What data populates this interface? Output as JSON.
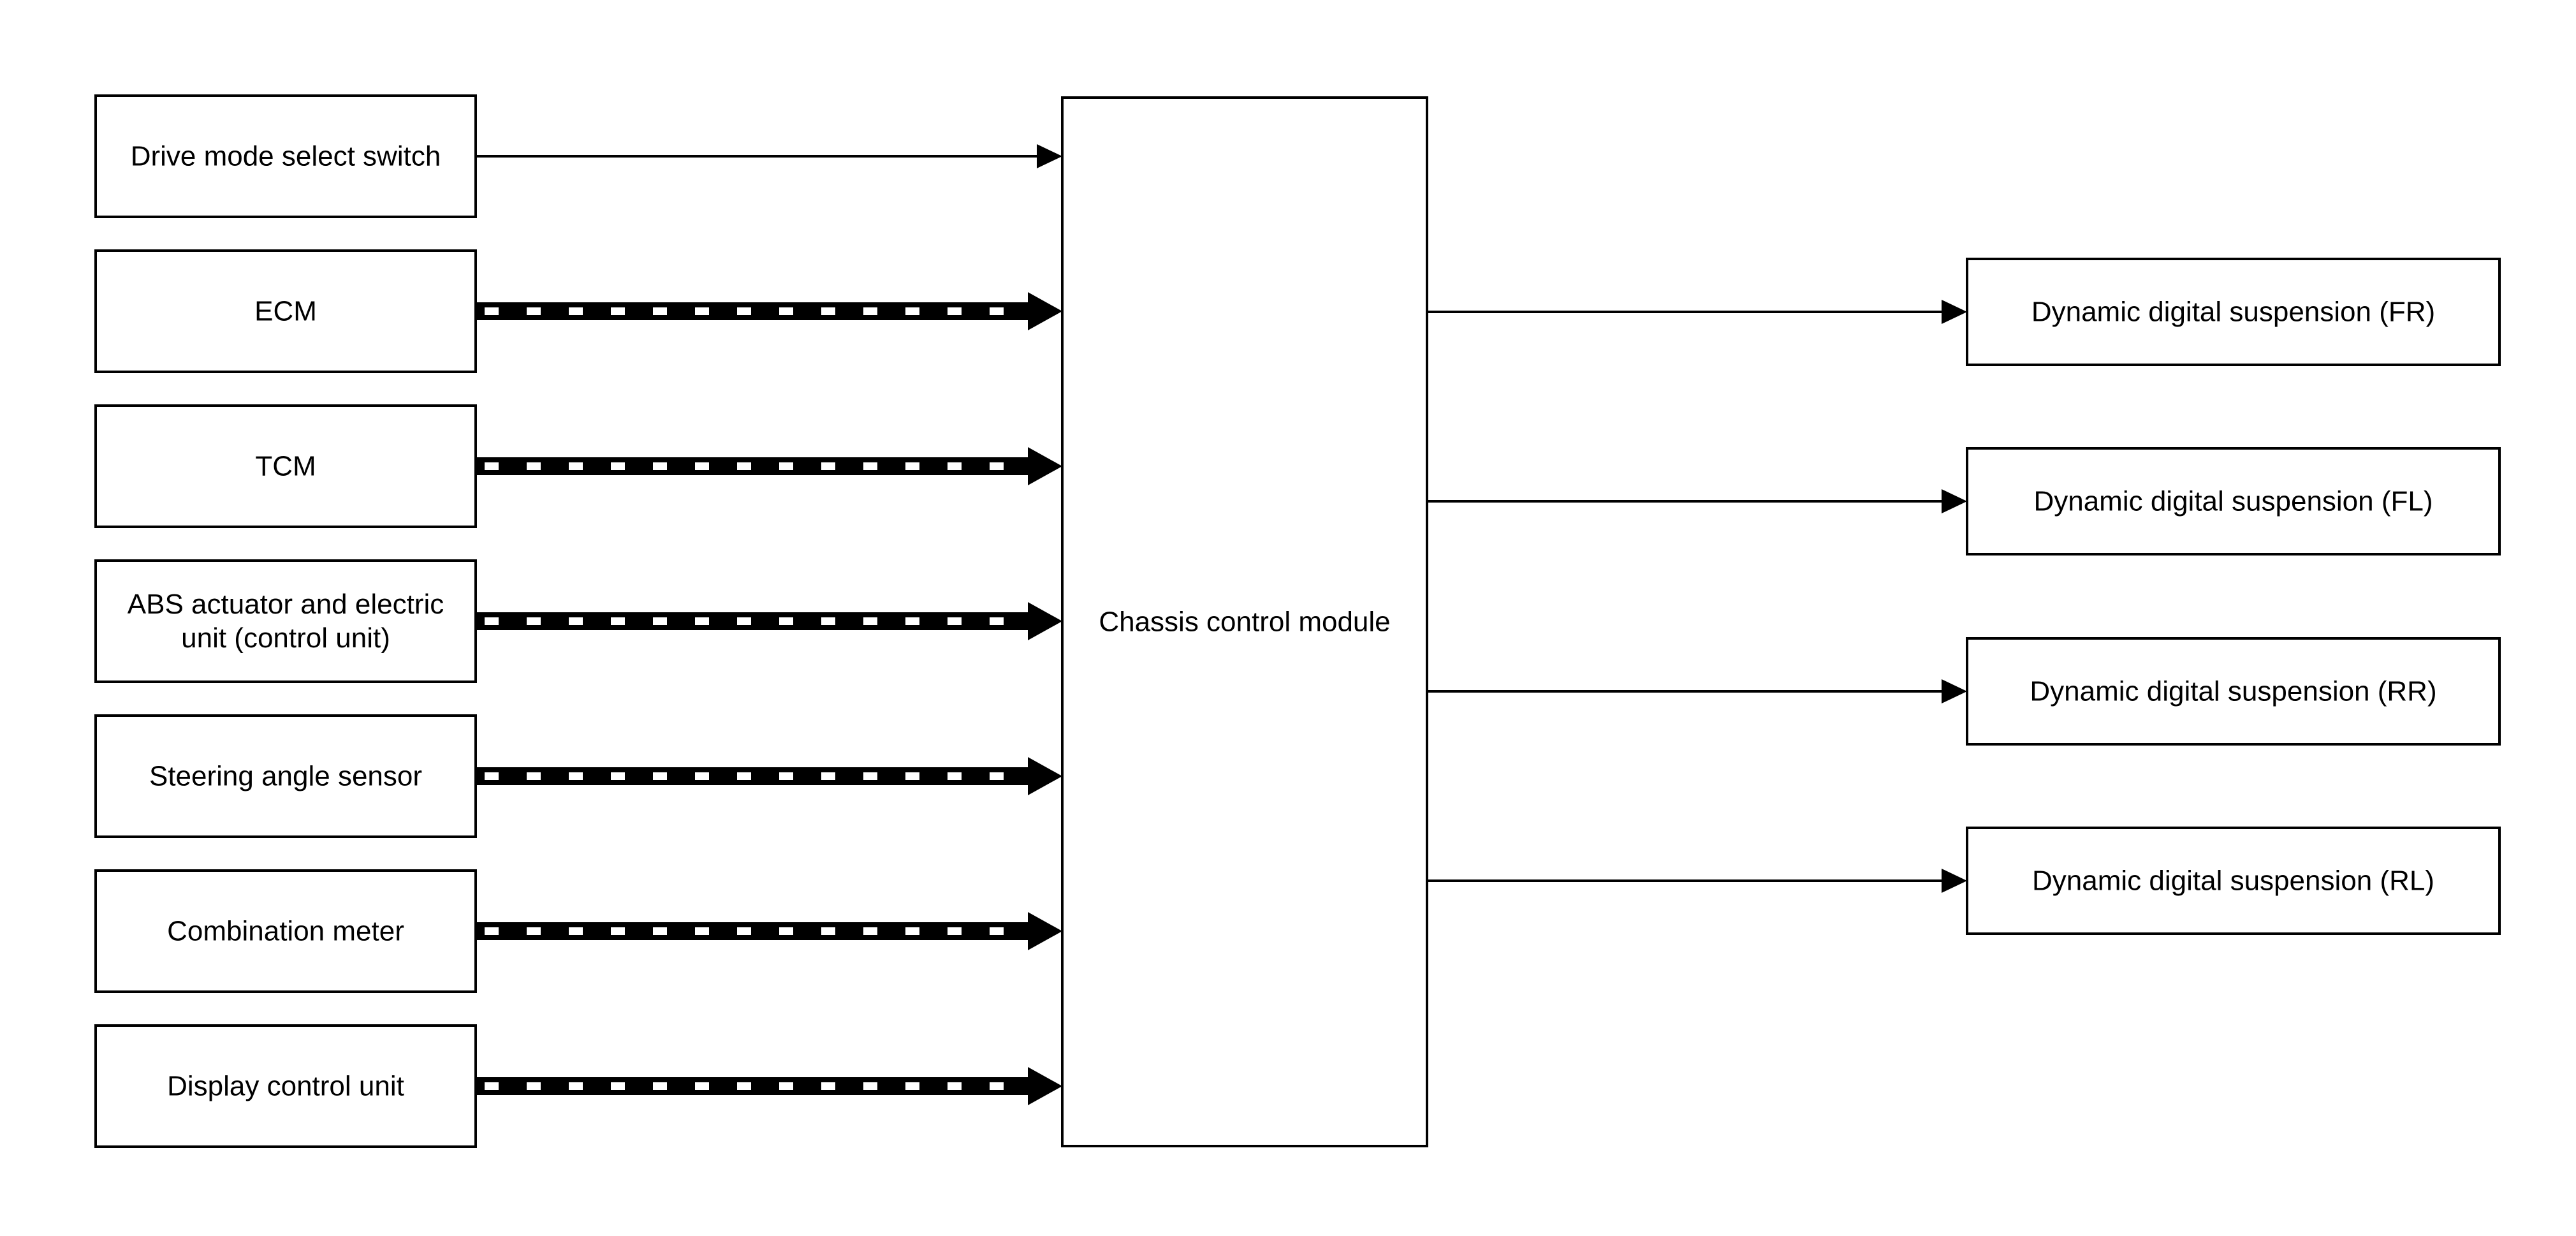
{
  "inputs": [
    {
      "id": "drive-mode-select-switch",
      "lines": [
        "Drive mode select switch"
      ],
      "link": "signal"
    },
    {
      "id": "ecm",
      "lines": [
        "ECM"
      ],
      "link": "can"
    },
    {
      "id": "tcm",
      "lines": [
        "TCM"
      ],
      "link": "can"
    },
    {
      "id": "abs-actuator",
      "lines": [
        "ABS actuator and electric",
        "unit (control unit)"
      ],
      "link": "can"
    },
    {
      "id": "steering-angle-sensor",
      "lines": [
        "Steering angle sensor"
      ],
      "link": "can"
    },
    {
      "id": "combination-meter",
      "lines": [
        "Combination meter"
      ],
      "link": "can"
    },
    {
      "id": "display-control-unit",
      "lines": [
        "Display control unit"
      ],
      "link": "can"
    }
  ],
  "center": {
    "id": "chassis-control-module",
    "lines": [
      "Chassis control module"
    ]
  },
  "outputs": [
    {
      "id": "dynamic-digital-suspension-fr",
      "lines": [
        "Dynamic digital suspension (FR)"
      ]
    },
    {
      "id": "dynamic-digital-suspension-fl",
      "lines": [
        "Dynamic digital suspension (FL)"
      ]
    },
    {
      "id": "dynamic-digital-suspension-rr",
      "lines": [
        "Dynamic digital suspension (RR)"
      ]
    },
    {
      "id": "dynamic-digital-suspension-rl",
      "lines": [
        "Dynamic digital suspension (RL)"
      ]
    }
  ],
  "colors": {
    "stroke": "#000000",
    "background": "#ffffff"
  }
}
